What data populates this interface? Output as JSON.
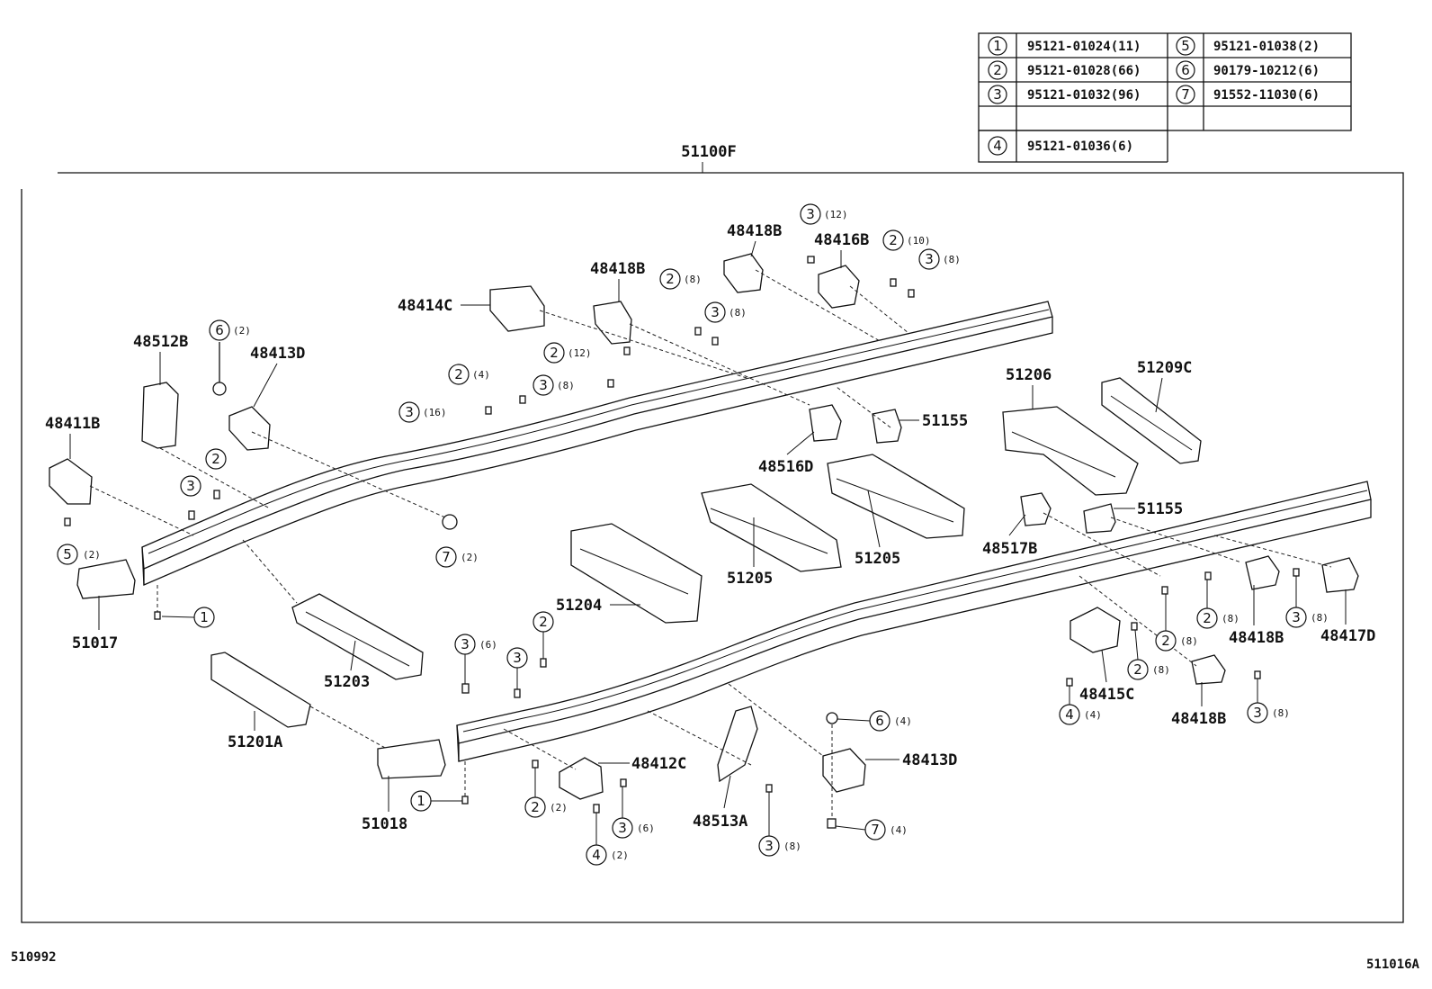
{
  "assembly_number": "51100F",
  "codes": {
    "left": "510992",
    "right": "511016A"
  },
  "bolt_table": [
    {
      "key": "1",
      "part": "95121-01024(11)"
    },
    {
      "key": "2",
      "part": "95121-01028(66)"
    },
    {
      "key": "3",
      "part": "95121-01032(96)"
    },
    {
      "key": "4",
      "part": "95121-01036(6)"
    },
    {
      "key": "5",
      "part": "95121-01038(2)"
    },
    {
      "key": "6",
      "part": "90179-10212(6)"
    },
    {
      "key": "7",
      "part": "91552-11030(6)"
    }
  ],
  "part_labels": {
    "p48418B_1": "48418B",
    "p48416B": "48416B",
    "p48418B_2": "48418B",
    "p48414C": "48414C",
    "p48512B": "48512B",
    "p48413D_1": "48413D",
    "p48411B": "48411B",
    "p51206": "51206",
    "p51209C": "51209C",
    "p51155_1": "51155",
    "p48516D": "48516D",
    "p51155_2": "51155",
    "p48517B": "48517B",
    "p51205_1": "51205",
    "p51205_2": "51205",
    "p51204": "51204",
    "p51017": "51017",
    "p51203": "51203",
    "p51201A": "51201A",
    "p51018": "51018",
    "p48412C": "48412C",
    "p48513A": "48513A",
    "p48413D_2": "48413D",
    "p48415C": "48415C",
    "p48418B_3": "48418B",
    "p48417D": "48417D",
    "p48418B_4": "48418B"
  },
  "callouts": [
    {
      "num": "3",
      "qty": "(12)"
    },
    {
      "num": "2",
      "qty": "(10)"
    },
    {
      "num": "3",
      "qty": "(8)"
    },
    {
      "num": "2",
      "qty": "(8)"
    },
    {
      "num": "3",
      "qty": "(8)"
    },
    {
      "num": "2",
      "qty": "(12)"
    },
    {
      "num": "2",
      "qty": "(4)"
    },
    {
      "num": "3",
      "qty": "(8)"
    },
    {
      "num": "3",
      "qty": "(16)"
    },
    {
      "num": "6",
      "qty": "(2)"
    },
    {
      "num": "2",
      "qty": ""
    },
    {
      "num": "3",
      "qty": ""
    },
    {
      "num": "5",
      "qty": "(2)"
    },
    {
      "num": "7",
      "qty": "(2)"
    },
    {
      "num": "1",
      "qty": ""
    },
    {
      "num": "3",
      "qty": "(6)"
    },
    {
      "num": "3",
      "qty": ""
    },
    {
      "num": "2",
      "qty": ""
    },
    {
      "num": "1",
      "qty": ""
    },
    {
      "num": "2",
      "qty": "(2)"
    },
    {
      "num": "3",
      "qty": "(6)"
    },
    {
      "num": "4",
      "qty": "(2)"
    },
    {
      "num": "3",
      "qty": "(8)"
    },
    {
      "num": "6",
      "qty": "(4)"
    },
    {
      "num": "7",
      "qty": "(4)"
    },
    {
      "num": "2",
      "qty": "(8)"
    },
    {
      "num": "3",
      "qty": "(8)"
    },
    {
      "num": "2",
      "qty": "(8)"
    },
    {
      "num": "2",
      "qty": "(8)"
    },
    {
      "num": "4",
      "qty": "(4)"
    },
    {
      "num": "3",
      "qty": "(8)"
    }
  ]
}
